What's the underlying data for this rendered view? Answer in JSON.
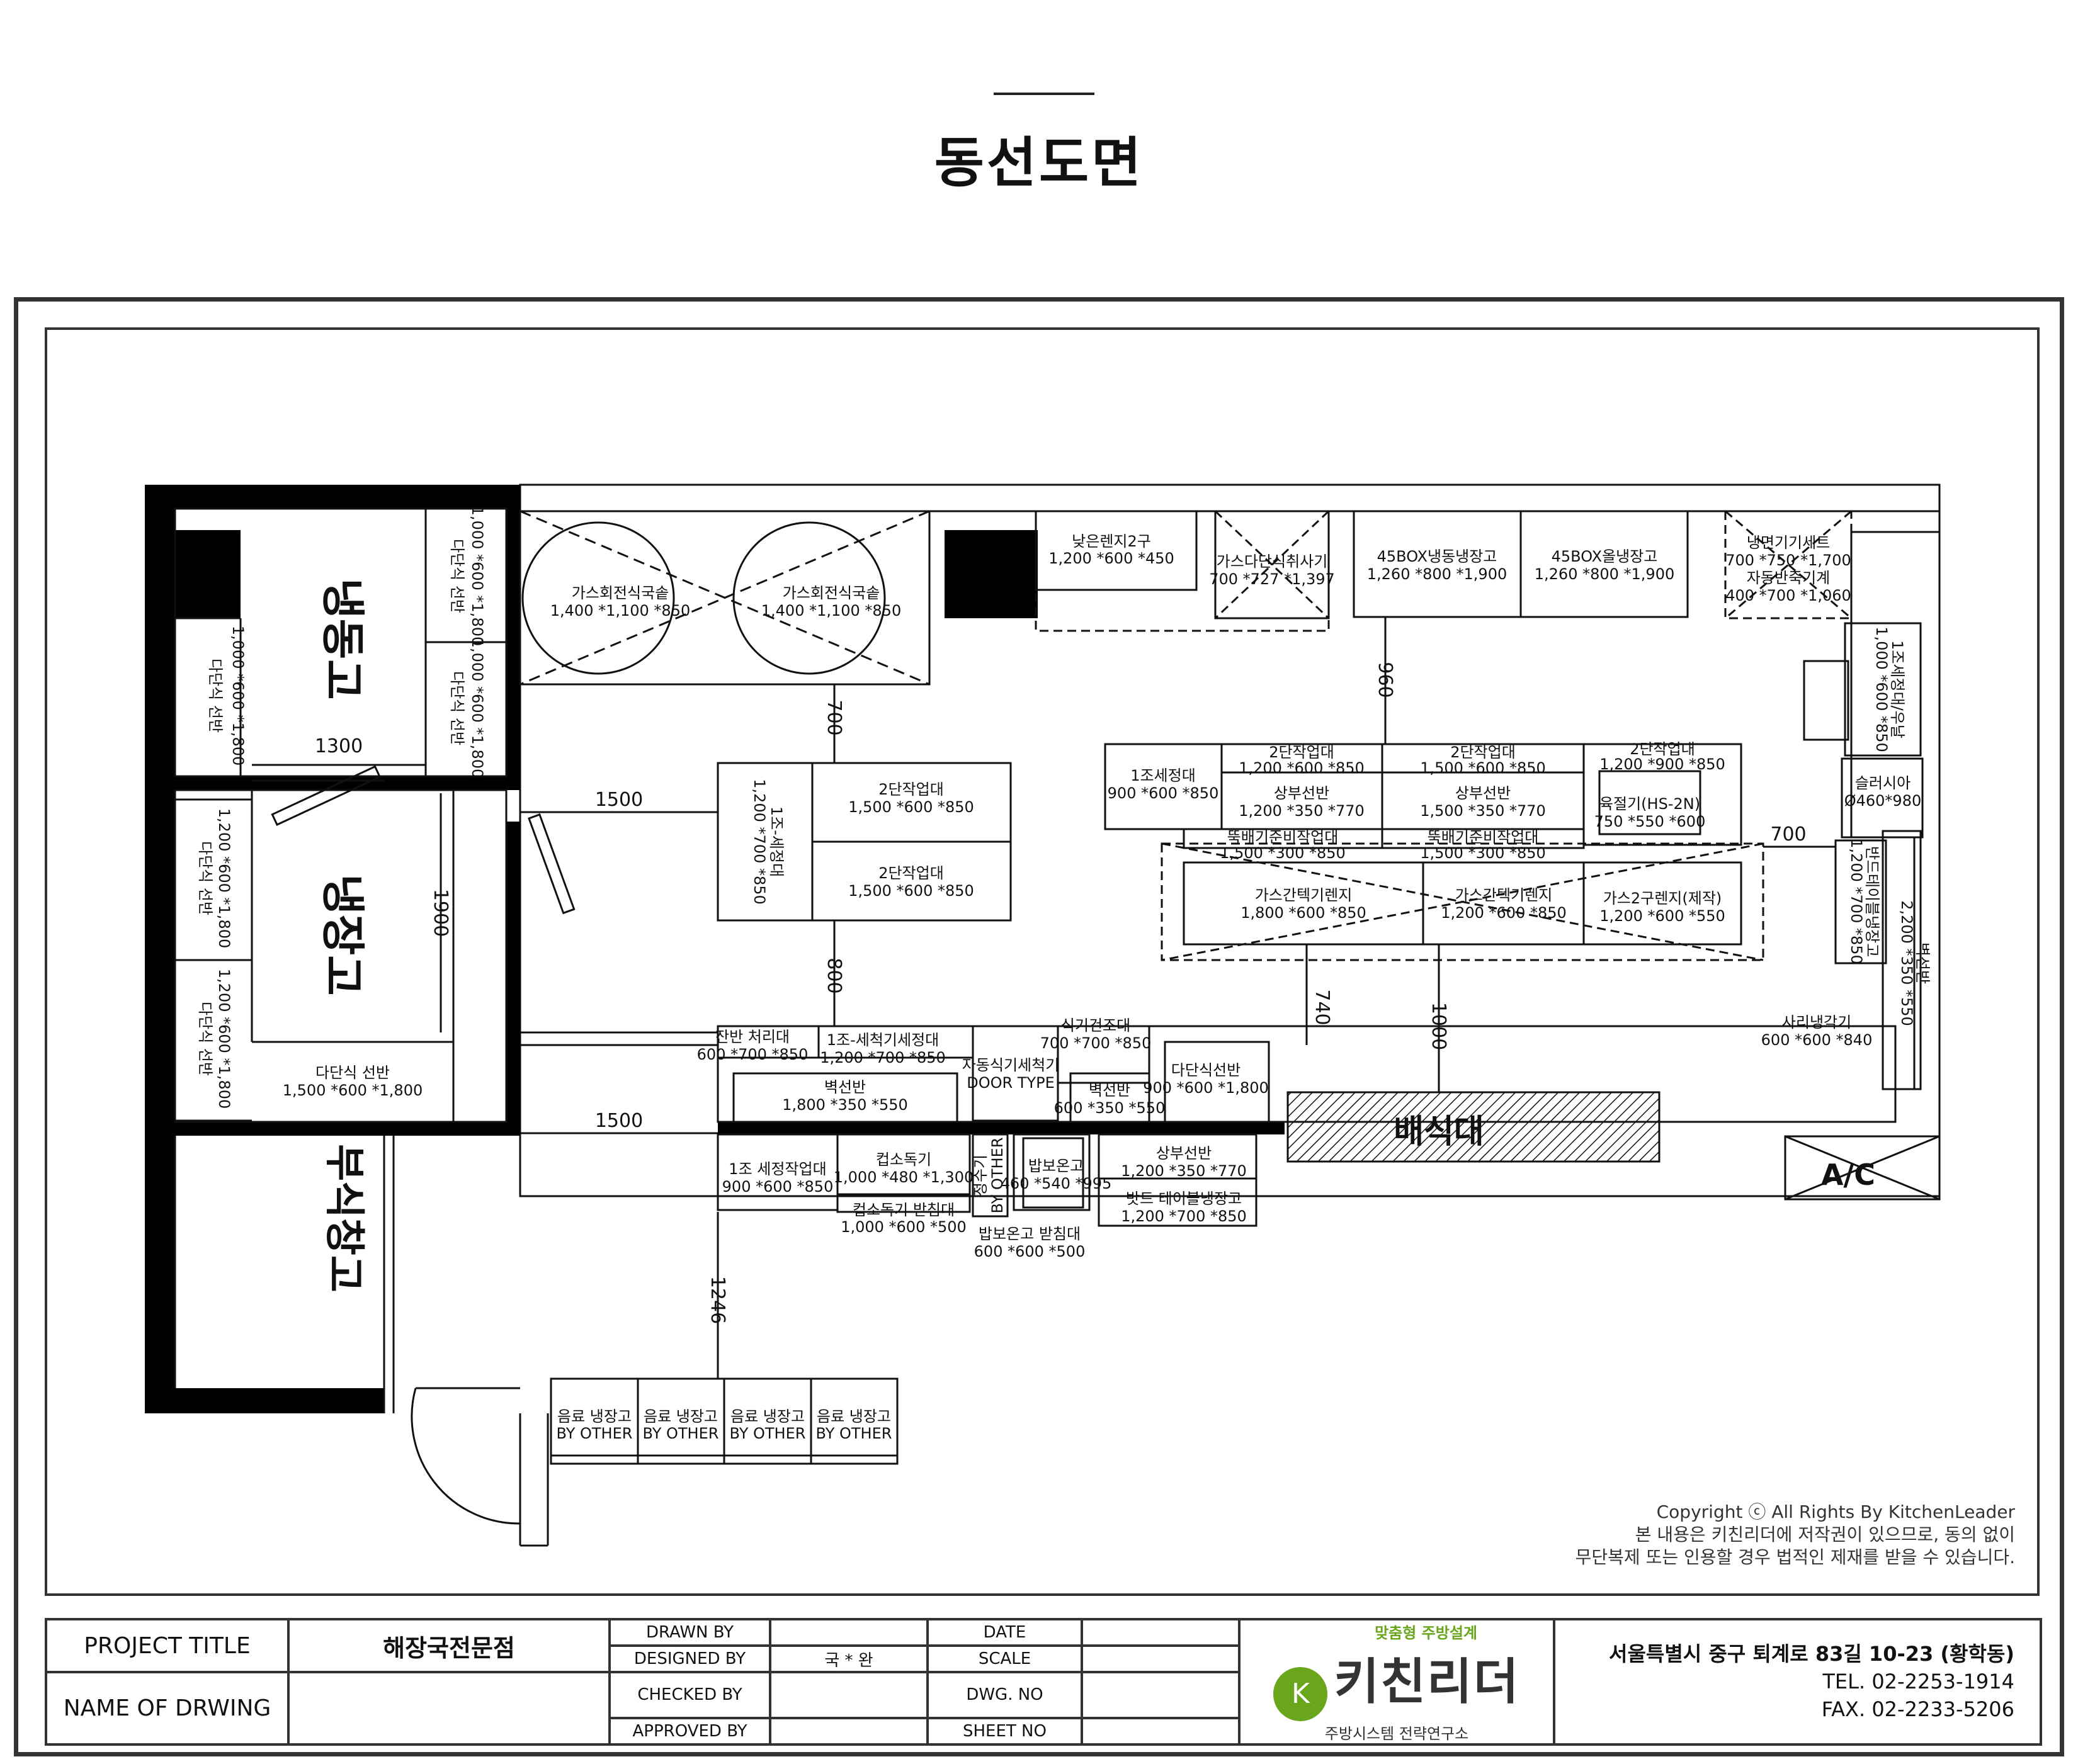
{
  "page": {
    "title": "동선도면"
  },
  "rooms": {
    "freezer": "냉동고",
    "fridge": "냉장고",
    "pantry": "부식창고",
    "serving": "배식대",
    "ac": "A/C"
  },
  "equipment": {
    "soup1_name": "가스회전식국솥",
    "soup1_dim": "1,400 *1,100 *850",
    "soup2_name": "가스회전식국솥",
    "soup2_dim": "1,400 *1,100 *850",
    "range2_name": "낮은렌지2구",
    "range2_dim": "1,200 *600 *450",
    "rice_name": "가스다단식취사기",
    "rice_dim": "700 *727 *1,397",
    "box_freezer_name": "45BOX냉동냉장고",
    "box_freezer_dim": "1,260 *800 *1,900",
    "box_fridge_name": "45BOX올냉장고",
    "box_fridge_dim": "1,260 *800 *1,900",
    "drink_set_name": "냉면기기세트",
    "drink_set_dim": "700 *750 *1,700",
    "auto_name": "자동반죽기계",
    "auto_dim": "400 *700 *1,060",
    "sink1r_name": "1조세정대/우날",
    "sink1r_dim": "1,000 *600 *850",
    "slush_name": "슬러시아",
    "slush_dim": "Ø460*980",
    "band_fridge_name": "반드테이블냉장고",
    "band_fridge_dim": "1,200 *700 *850",
    "wall_shelf_r_name": "벽선반",
    "wall_shelf_r_dim": "2,200 *350 *550",
    "sari_name": "사리냉각기",
    "sari_dim": "600 *600 *840",
    "sink1_name": "1조세정대",
    "sink1_dim": "900 *600 *850",
    "work2a_name": "2단작업대",
    "work2a_dim": "1,200 *600 *850",
    "work2b_name": "2단작업대",
    "work2b_dim": "1,500 *600 *850",
    "work2c_name": "2단작업대",
    "work2c_dim": "1,200 *900 *850",
    "upper_a_name": "상부선반",
    "upper_a_dim": "1,200 *350 *770",
    "upper_b_name": "상부선반",
    "upper_b_dim": "1,500 *350 *770",
    "slicer_name": "육절기(HS-2N)",
    "slicer_dim": "750 *550 *600",
    "ttuk_a_name": "뚝배기준비작업대",
    "ttuk_a_dim": "1,500 *300 *850",
    "ttuk_b_name": "뚝배기준비작업대",
    "ttuk_b_dim": "1,500 *300 *850",
    "tack1_name": "가스간텍기렌지",
    "tack1_dim": "1,800 *600 *850",
    "tack2_name": "가스간텍기렌지",
    "tack2_dim": "1,200 *600 *850",
    "range3_name": "가스2구렌지(제작)",
    "range3_dim": "1,200 *600 *550",
    "sink_center_name": "1조-세정대",
    "sink_center_dim": "1,200 *700 *850",
    "work_c1_name": "2단작업대",
    "work_c1_dim": "1,500 *600 *850",
    "work_c2_name": "2단작업대",
    "work_c2_dim": "1,500 *600 *850",
    "shelf_f1_name": "다단식 선반",
    "shelf_f1_dim": "1,000 *600 *1,800",
    "shelf_f2_name": "다단식 선반",
    "shelf_f2_dim": "1,000 *600 *1,800",
    "shelf_f3_name": "다단식 선반",
    "shelf_f3_dim": "1,000 *600 *1,800",
    "shelf_r1_name": "다단식 선반",
    "shelf_r1_dim": "1,200 *600 *1,800",
    "shelf_r2_name": "다단식 선반",
    "shelf_r2_dim": "1,200 *600 *1,800",
    "shelf_r3_name": "다단식 선반",
    "shelf_r3_dim": "1,500 *600 *1,800",
    "waste_name": "잔반 처리대",
    "waste_dim": "600 *700 *850",
    "dish_sink_name": "1조-세척기세정대",
    "dish_sink_dim": "1,200 *700 *850",
    "wall_shelf1_name": "벽선반",
    "wall_shelf1_dim": "1,800 *350 *550",
    "dishwasher_name": "자동식기세척기",
    "dishwasher_dim": "DOOR TYPE",
    "dryer_name": "식기건조대",
    "dryer_dim": "700 *700 *850",
    "wall_shelf2_name": "벽선반",
    "wall_shelf2_dim": "600 *350 *550",
    "multi_shelf_name": "다단식선반",
    "multi_shelf_dim": "900 *600 *1,800",
    "work1_name": "1조 세정작업대",
    "work1_dim": "900 *600 *850",
    "cup_name": "컵소독기",
    "cup_dim": "1,000 *480 *1,300",
    "cup_stand_name": "컵소독기 받침대",
    "cup_stand_dim": "1,000 *600 *500",
    "purifier_name": "정수기",
    "purifier_dim": "BY OTHER",
    "rice_warm_name": "밥보온고",
    "rice_warm_dim": "460 *540 *995",
    "rice_stand_name": "밥보온고 받침대",
    "rice_stand_dim": "600 *600 *500",
    "upper_c_name": "상부선반",
    "upper_c_dim": "1,200 *350 *770",
    "band2_name": "밧드 테이블냉장고",
    "band2_dim": "1,200 *700 *850",
    "bev1_name": "음료 냉장고",
    "bev1_dim": "BY OTHER",
    "bev2_name": "음료 냉장고",
    "bev2_dim": "BY OTHER",
    "bev3_name": "음료 냉장고",
    "bev3_dim": "BY OTHER",
    "bev4_name": "음료 냉장고",
    "bev4_dim": "BY OTHER"
  },
  "dimensions": {
    "d1300": "1300",
    "d1900": "1900",
    "d1500a": "1500",
    "d1500b": "1500",
    "d700a": "700",
    "d800": "800",
    "d1246": "1246",
    "d960": "960",
    "d700b": "700",
    "d740": "740",
    "d1000": "1000"
  },
  "copyright": {
    "line1": "Copyright ⓒ All Rights By KitchenLeader",
    "line2": "본 내용은 키친리더에 저작권이 있으므로, 동의 없이",
    "line3": "무단복제 또는 인용할 경우 법적인 제재를 받을 수 있습니다."
  },
  "title_block": {
    "project_title_label": "PROJECT TITLE",
    "project_title_value": "해장국전문점",
    "name_label": "NAME OF DRWING",
    "name_value": "",
    "drawn_by": "DRAWN BY",
    "designed_by": "DESIGNED BY",
    "designer": "국 * 완",
    "checked_by": "CHECKED BY",
    "approved_by": "APPROVED BY",
    "date": "DATE",
    "scale": "SCALE",
    "dwg_no": "DWG. NO",
    "sheet_no": "SHEET NO",
    "logo_tag": "맞춤형 주방설계",
    "logo_mark": "K",
    "logo_name": "키친리더",
    "logo_sub": "주방시스템 전략연구소",
    "address": "서울특별시 중구 퇴계로 83길 10-23 (황학동)",
    "tel": "TEL. 02-2253-1914",
    "fax": "FAX. 02-2233-5206"
  }
}
